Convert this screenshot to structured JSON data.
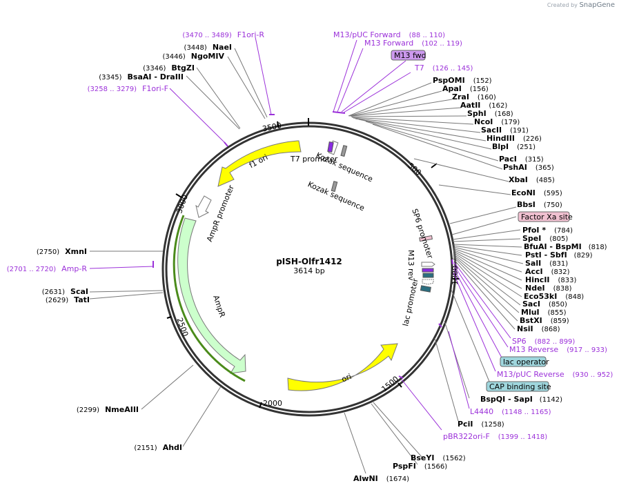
{
  "credit": {
    "prefix": "Created by",
    "brand": "SnapGene"
  },
  "plasmid": {
    "name": "pISH-Olfr1412",
    "length_label": "3614 bp"
  },
  "ticks": [
    {
      "label": "500"
    },
    {
      "label": "1000"
    },
    {
      "label": "1500"
    },
    {
      "label": "2000"
    },
    {
      "label": "2500"
    },
    {
      "label": "3000"
    },
    {
      "label": "3500"
    }
  ],
  "features": [
    {
      "id": "f1ori",
      "label": "f1 ori",
      "color": "#ffff00"
    },
    {
      "id": "ampr_promoter",
      "label": "AmpR promoter",
      "color": "#ffffff"
    },
    {
      "id": "ampr",
      "label": "AmpR",
      "color": "#ccffcc"
    },
    {
      "id": "ori",
      "label": "ori",
      "color": "#ffff00"
    },
    {
      "id": "t7_promoter",
      "label": "T7 promoter",
      "color": "#ffffff"
    },
    {
      "id": "kozak1",
      "label": "Kozak sequence",
      "color": "#888888"
    },
    {
      "id": "kozak2",
      "label": "Kozak sequence",
      "color": "#888888"
    },
    {
      "id": "sp6_promoter",
      "label": "SP6 promoter",
      "color": "#ffffff"
    },
    {
      "id": "m13_rev",
      "label": "M13 rev",
      "color": "#ffffff"
    },
    {
      "id": "lac_promoter",
      "label": "lac promoter",
      "color": "#ffffff"
    }
  ],
  "right_sites": [
    {
      "name": "PspOMI",
      "pos": "(152)"
    },
    {
      "name": "ApaI",
      "pos": "(156)"
    },
    {
      "name": "ZraI",
      "pos": "(160)"
    },
    {
      "name": "AatII",
      "pos": "(162)"
    },
    {
      "name": "SphI",
      "pos": "(168)"
    },
    {
      "name": "NcoI",
      "pos": "(179)"
    },
    {
      "name": "SacII",
      "pos": "(191)"
    },
    {
      "name": "HindIII",
      "pos": "(226)"
    },
    {
      "name": "BlpI",
      "pos": "(251)"
    },
    {
      "name": "PacI",
      "pos": "(315)"
    },
    {
      "name": "PshAI",
      "pos": "(365)"
    },
    {
      "name": "XbaI",
      "pos": "(485)"
    },
    {
      "name": "EcoNI",
      "pos": "(595)"
    },
    {
      "name": "BbsI",
      "pos": "(750)"
    },
    {
      "name": "PfoI *",
      "pos": "(784)"
    },
    {
      "name": "SpeI",
      "pos": "(805)"
    },
    {
      "name": "BfuAI - BspMI",
      "pos": "(818)"
    },
    {
      "name": "PstI - SbfI",
      "pos": "(829)"
    },
    {
      "name": "SalI",
      "pos": "(831)"
    },
    {
      "name": "AccI",
      "pos": "(832)"
    },
    {
      "name": "HincII",
      "pos": "(833)"
    },
    {
      "name": "NdeI",
      "pos": "(838)"
    },
    {
      "name": "Eco53kI",
      "pos": "(848)"
    },
    {
      "name": "SacI",
      "pos": "(850)"
    },
    {
      "name": "MluI",
      "pos": "(855)"
    },
    {
      "name": "BstXI",
      "pos": "(859)"
    },
    {
      "name": "NsiI",
      "pos": "(868)"
    },
    {
      "name": "BspQI - SapI",
      "pos": "(1142)"
    },
    {
      "name": "PciI",
      "pos": "(1258)"
    },
    {
      "name": "BseYI",
      "pos": "(1562)"
    },
    {
      "name": "PspFI",
      "pos": "(1566)"
    },
    {
      "name": "AlwNI",
      "pos": "(1674)"
    }
  ],
  "left_sites": [
    {
      "name": "NaeI",
      "pos": "(3448)"
    },
    {
      "name": "NgoMIV",
      "pos": "(3446)"
    },
    {
      "name": "BtgZI",
      "pos": "(3346)"
    },
    {
      "name": "BsaAI - DraIII",
      "pos": "(3345)"
    },
    {
      "name": "XmnI",
      "pos": "(2750)"
    },
    {
      "name": "ScaI",
      "pos": "(2631)"
    },
    {
      "name": "TatI",
      "pos": "(2629)"
    },
    {
      "name": "NmeAIII",
      "pos": "(2299)"
    },
    {
      "name": "AhdI",
      "pos": "(2151)"
    }
  ],
  "primers": [
    {
      "name": "F1ori-R",
      "pos": "(3470 .. 3489)"
    },
    {
      "name": "F1ori-F",
      "pos": "(3258 .. 3279)"
    },
    {
      "name": "Amp-R",
      "pos": "(2701 .. 2720)"
    },
    {
      "name": "M13/pUC Forward",
      "pos": "(88 .. 110)"
    },
    {
      "name": "M13 Forward",
      "pos": "(102 .. 119)"
    },
    {
      "name": "T7",
      "pos": "(126 .. 145)"
    },
    {
      "name": "SP6",
      "pos": "(882 .. 899)"
    },
    {
      "name": "M13 Reverse",
      "pos": "(917 .. 933)"
    },
    {
      "name": "M13/pUC Reverse",
      "pos": "(930 .. 952)"
    },
    {
      "name": "L4440",
      "pos": "(1148 .. 1165)"
    },
    {
      "name": "pBR322ori-F",
      "pos": "(1399 .. 1418)"
    }
  ],
  "boxed_labels": [
    {
      "text": "M13 fwd",
      "color": "#cc99ee"
    },
    {
      "text": "Factor Xa site",
      "color": "#f0c0d0"
    },
    {
      "text": "lac operator",
      "color": "#9fd6dd"
    },
    {
      "text": "CAP binding site",
      "color": "#9fd6dd"
    }
  ]
}
